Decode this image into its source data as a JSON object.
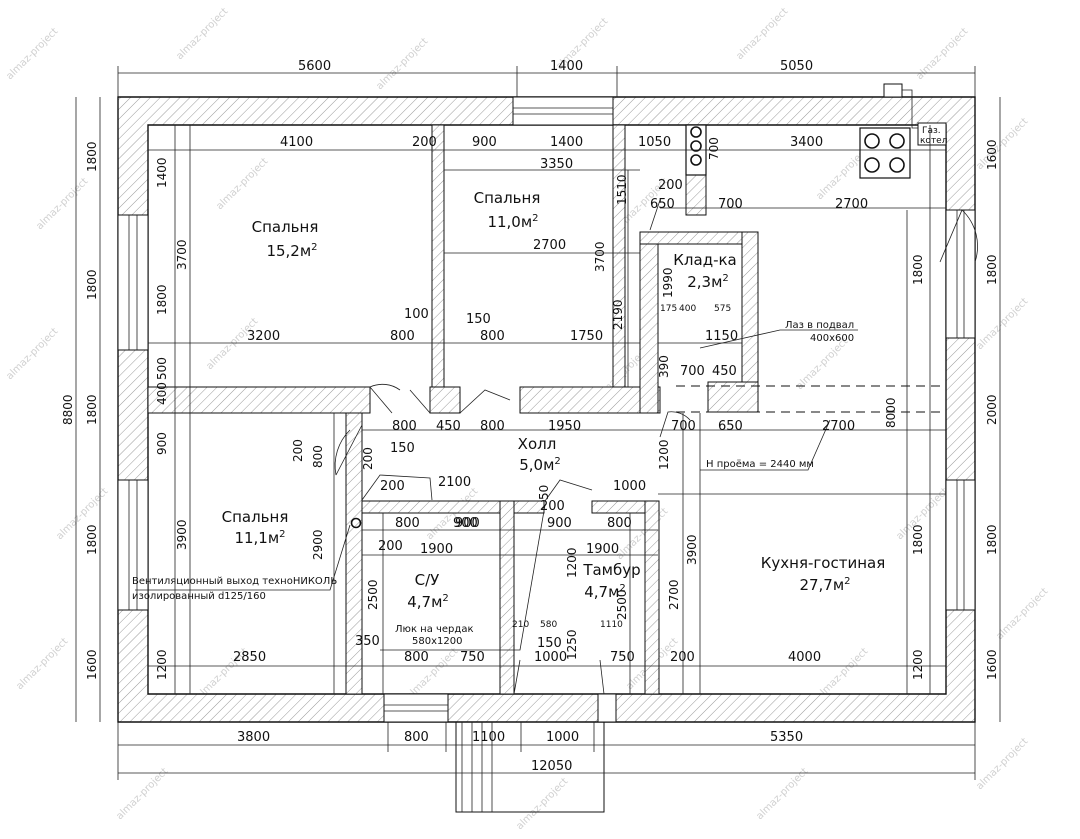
{
  "watermark": "almaz-project",
  "rooms": [
    {
      "id": "bedroom1",
      "name": "Спальня",
      "area": "15,2м",
      "sup": "2"
    },
    {
      "id": "bedroom2",
      "name": "Спальня",
      "area": "11,0м",
      "sup": "2"
    },
    {
      "id": "storage",
      "name": "Клад-ка",
      "area": "2,3м",
      "sup": "2"
    },
    {
      "id": "hall",
      "name": "Холл",
      "area": "5,0м",
      "sup": "2"
    },
    {
      "id": "bedroom3",
      "name": "Спальня",
      "area": "11,1м",
      "sup": "2"
    },
    {
      "id": "bathroom",
      "name": "С/У",
      "area": "4,7м",
      "sup": "2"
    },
    {
      "id": "vestibule",
      "name": "Тамбур",
      "area": "4,7м",
      "sup": "2"
    },
    {
      "id": "kitchen",
      "name": "Кухня-гостиная",
      "area": "27,7м",
      "sup": "2"
    }
  ],
  "notes": {
    "basement_hatch_1": "Лаз в подвал",
    "basement_hatch_2": "400х600",
    "opening_height": "Н проёма = 2440 мм",
    "vent_1": "Вентиляционный выход техноНИКОЛЬ",
    "vent_2": "изолированный d125/160",
    "attic_hatch_1": "Люк на чердак",
    "attic_hatch_2": "580х1200",
    "gas_boiler_1": "Газ.",
    "gas_boiler_2": "котел"
  },
  "dims_top": [
    "5600",
    "1400",
    "5050"
  ],
  "dims_bottom": [
    "3800",
    "800",
    "1100",
    "1000",
    "5350",
    "12050"
  ],
  "dims_left": [
    "8800",
    "1800",
    "1800",
    "1800",
    "1800",
    "1600"
  ],
  "dims_right": [
    "1600",
    "1800",
    "2000",
    "1800",
    "1600"
  ],
  "dims_inner_h": [
    "4100",
    "200",
    "900",
    "1400",
    "1050",
    "3400",
    "3350",
    "200",
    "650",
    "700",
    "2700",
    "2700",
    "3200",
    "800",
    "100",
    "150",
    "800",
    "1750",
    "800",
    "450",
    "800",
    "1950",
    "700",
    "650",
    "2700",
    "150",
    "2100",
    "900",
    "1000",
    "200",
    "900",
    "200",
    "800",
    "900",
    "800",
    "1900",
    "1900",
    "200",
    "350",
    "800",
    "750",
    "1000",
    "750",
    "200",
    "4000",
    "2850",
    "150",
    "1150",
    "700",
    "450",
    "175",
    "400",
    "575",
    "210",
    "580",
    "1110"
  ],
  "dims_inner_v": [
    "1400",
    "3700",
    "1800",
    "500",
    "400",
    "900",
    "200",
    "3900",
    "2900",
    "1200",
    "1510",
    "3700",
    "2190",
    "1990",
    "390",
    "700",
    "1200",
    "1800",
    "8000",
    "3900",
    "2700",
    "1800",
    "1200",
    "2500",
    "2500",
    "1200",
    "1250",
    "50",
    "800",
    "200"
  ]
}
